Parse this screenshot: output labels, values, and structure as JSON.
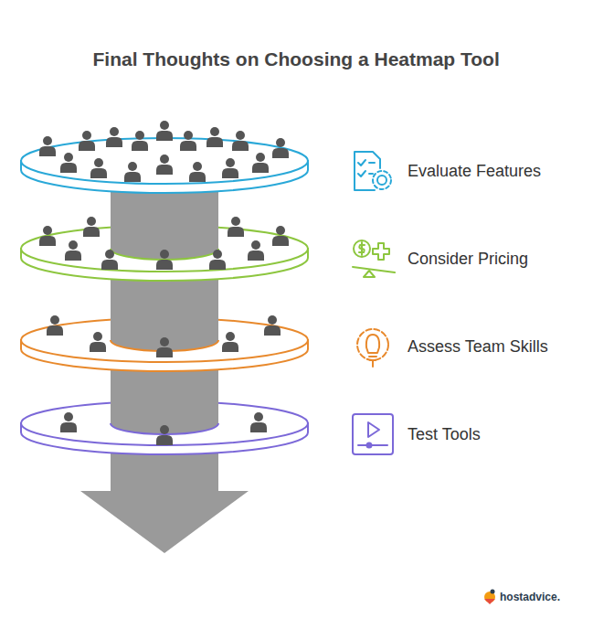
{
  "diagram": {
    "title": "Final Thoughts on Choosing a Heatmap Tool",
    "labels": [
      "Evaluate Features",
      "Consider Pricing",
      "Assess Team Skills",
      "Test Tools",
      "hostadvice."
    ]
  }
}
